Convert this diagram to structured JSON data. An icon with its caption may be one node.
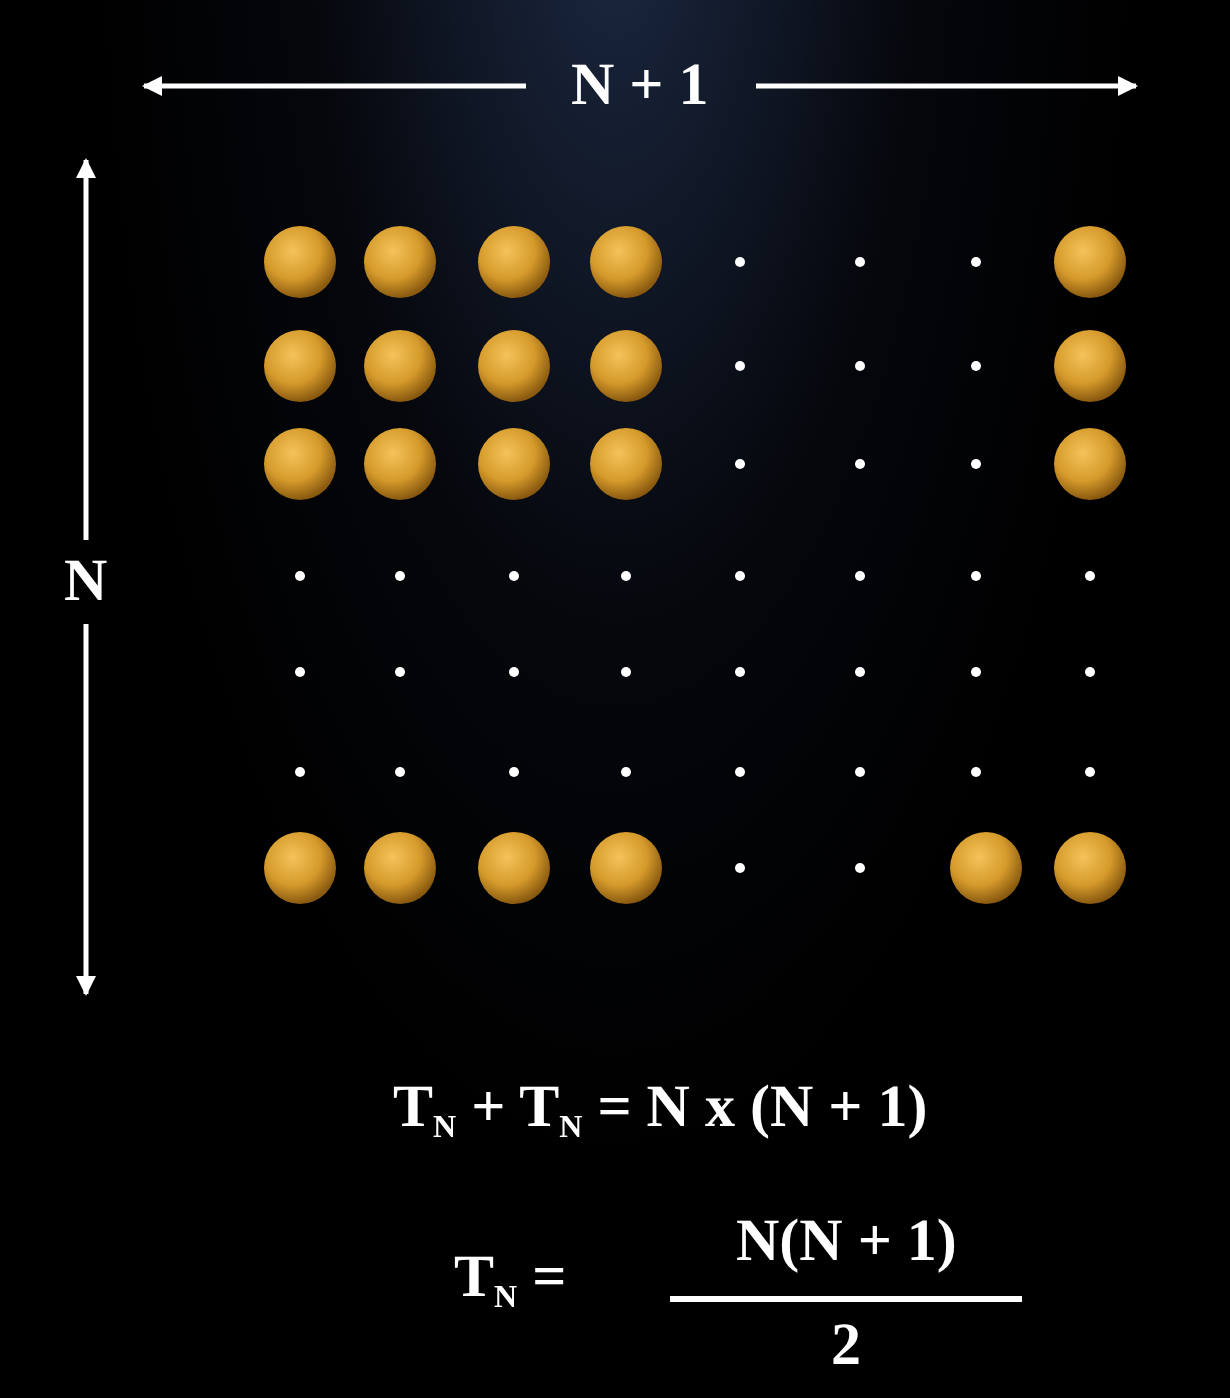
{
  "diagram": {
    "labels": [
      "N + 1",
      "N",
      "T$_{N}$ + T$_{N}$ = N x (N + 1)",
      "T$_{N}$ =",
      "N(N + 1)",
      "2"
    ]
  }
}
